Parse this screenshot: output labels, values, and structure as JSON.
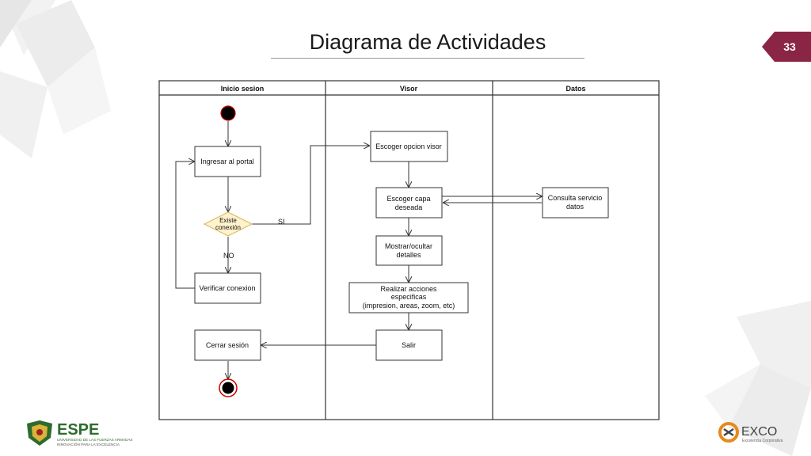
{
  "slide": {
    "title": "Diagrama de Actividades",
    "page_number": "33"
  },
  "diagram": {
    "lanes": [
      "Inicio sesion",
      "Visor",
      "Datos"
    ],
    "nodes": {
      "ingresar": "Ingresar al portal",
      "existe_line1": "Existe",
      "existe_line2": "conexión",
      "verificar": "Verificar conexion",
      "cerrar": "Cerrar sesión",
      "escoger_opcion": "Escoger opcion visor",
      "escoger_capa_line1": "Escoger capa",
      "escoger_capa_line2": "deseada",
      "mostrar_line1": "Mostrar/ocultar",
      "mostrar_line2": "detalles",
      "realizar_line1": "Realizar acciones",
      "realizar_line2": "especificas",
      "realizar_line3": "(impresion, areas, zoom, etc)",
      "salir": "Salir",
      "consulta_line1": "Consulta servicio",
      "consulta_line2": "datos"
    },
    "edge_labels": {
      "si": "SI",
      "no": "NO"
    },
    "colors": {
      "decision_fill": "#fff2cc",
      "decision_stroke": "#d6b656",
      "start_end_ring": "#cc0000"
    }
  },
  "logos": {
    "espe_name": "ESPE",
    "espe_subtitle": "UNIVERSIDAD DE LAS FUERZAS ARMADAS",
    "espe_motto": "INNOVACIÓN PARA LA EXCELENCIA",
    "exco_name": "EXCO",
    "exco_subtitle": "Excelencia Corporativa"
  },
  "theme": {
    "badge_color": "#8b2546"
  }
}
